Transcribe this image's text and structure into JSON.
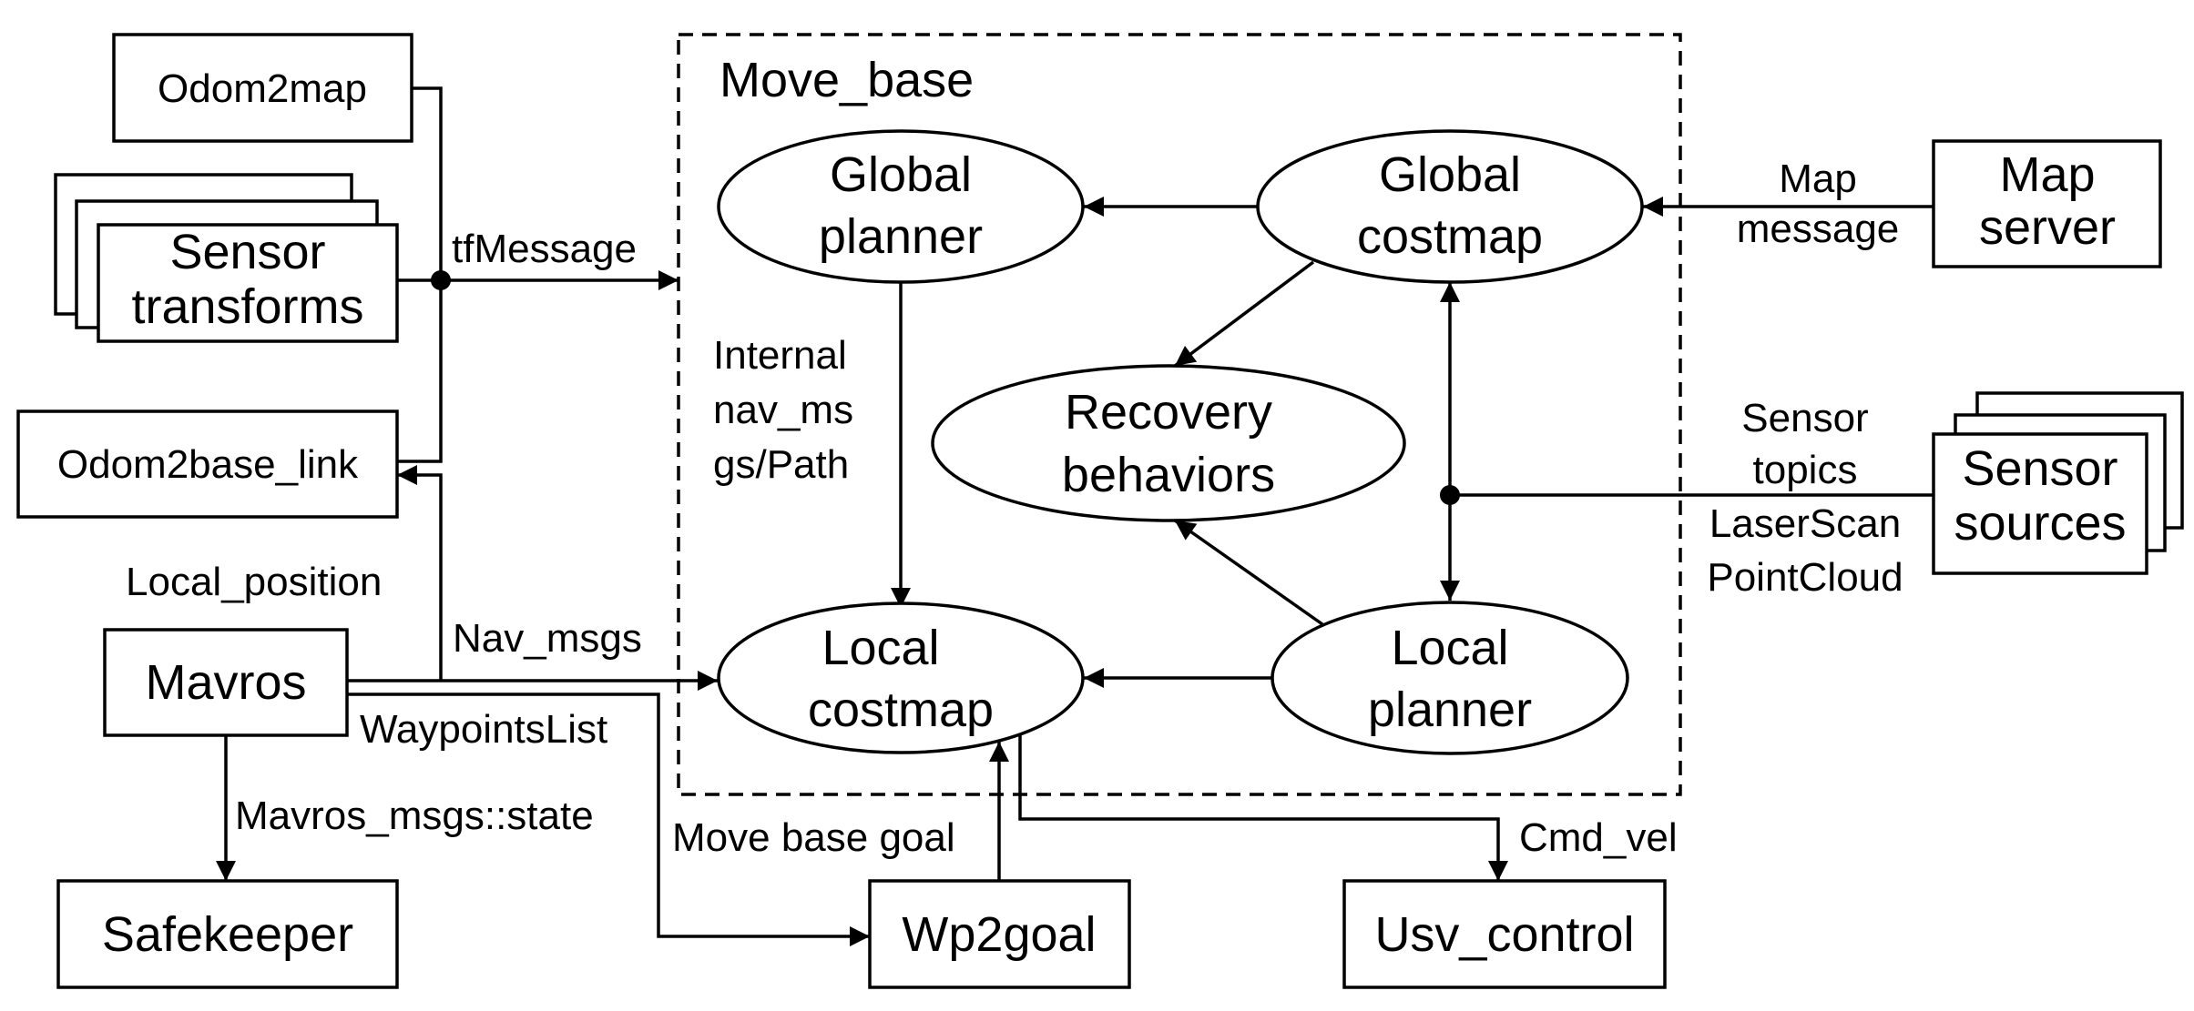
{
  "container": {
    "title": "Move_base"
  },
  "nodes": {
    "odom2map": "Odom2map",
    "sensor_transforms": [
      "Sensor",
      "transforms"
    ],
    "odom2base_link": "Odom2base_link",
    "mavros": "Mavros",
    "safekeeper": "Safekeeper",
    "wp2goal": "Wp2goal",
    "usv_control": "Usv_control",
    "map_server": [
      "Map",
      "server"
    ],
    "sensor_sources": [
      "Sensor",
      "sources"
    ],
    "global_planner": [
      "Global",
      "planner"
    ],
    "global_costmap": [
      "Global",
      "costmap"
    ],
    "recovery_behaviors": [
      "Recovery",
      "behaviors"
    ],
    "local_costmap": [
      "Local",
      "costmap"
    ],
    "local_planner": [
      "Local",
      "planner"
    ]
  },
  "edge_labels": {
    "tf_message": "tfMessage",
    "internal_path": [
      "Internal",
      "nav_ms",
      "gs/Path"
    ],
    "map_message": [
      "Map",
      "message"
    ],
    "sensor_topics": [
      "Sensor",
      "topics",
      "LaserScan",
      "PointCloud"
    ],
    "local_position": "Local_position",
    "nav_msgs": "Nav_msgs",
    "waypoints_list": "WaypointsList",
    "mavros_state": "Mavros_msgs::state",
    "move_base_goal": "Move base goal",
    "cmd_vel": "Cmd_vel"
  }
}
